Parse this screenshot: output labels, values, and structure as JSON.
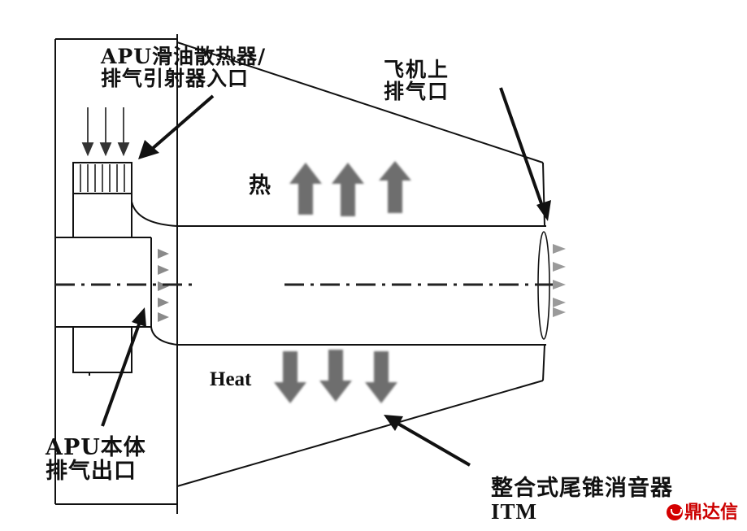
{
  "labels": {
    "cooler_inlet": [
      "APU滑油散热器/",
      "排气引射器入口"
    ],
    "aircraft_exhaust": [
      "飞机上",
      "排气口"
    ],
    "heat_cn": "热",
    "heat_en": "Heat",
    "apu_exhaust": [
      "APU本体",
      "排气出口"
    ],
    "itm": [
      "整合式尾锥消音器",
      "ITM"
    ]
  },
  "watermark": "鼎达信",
  "colors": {
    "line": "#111111",
    "arrow_fill": "#6e6e6e",
    "small_arrow": "#8a8a8a",
    "watermark": "#cc0000"
  }
}
